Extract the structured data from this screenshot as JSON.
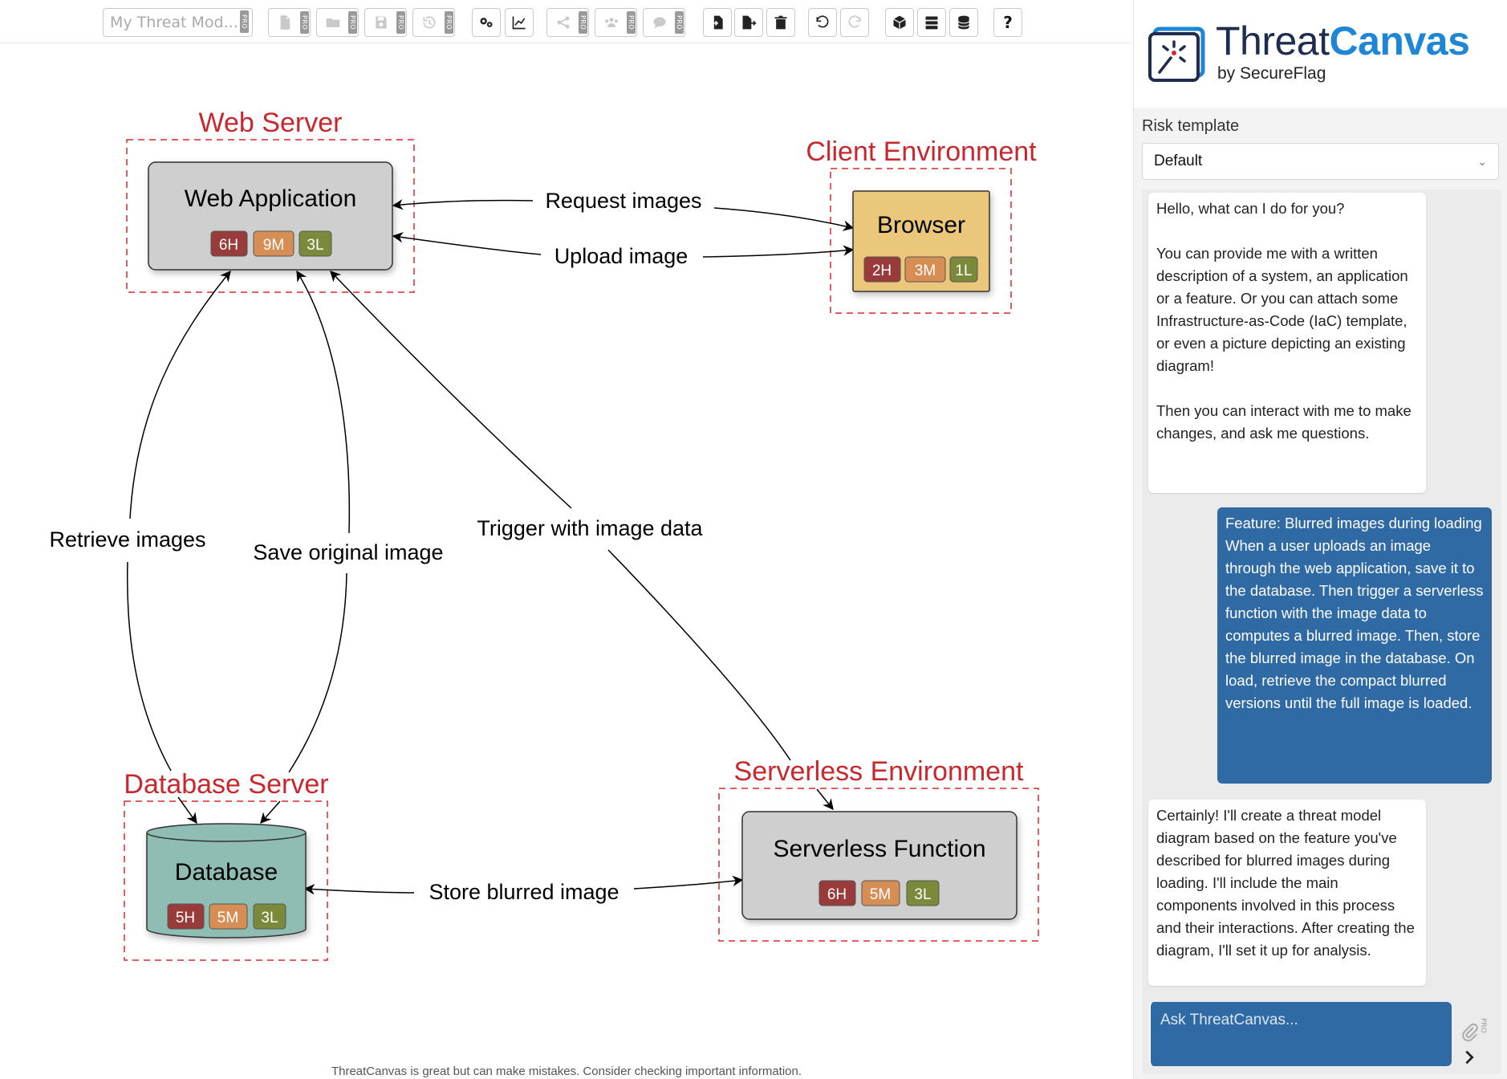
{
  "toolbar": {
    "model_name_placeholder": "My Threat Mod...",
    "pro_badge": "PRO",
    "help_label": "?",
    "buttons": [
      {
        "name": "new-model",
        "pro": true
      },
      {
        "name": "open-model",
        "pro": true
      },
      {
        "name": "save-model",
        "pro": true
      },
      {
        "name": "history",
        "pro": true
      },
      {
        "name": "analysis-settings",
        "pro": false
      },
      {
        "name": "analytics",
        "pro": false
      },
      {
        "name": "share",
        "pro": true
      },
      {
        "name": "collaborators",
        "pro": true
      },
      {
        "name": "comments",
        "pro": true
      },
      {
        "name": "import",
        "pro": false
      },
      {
        "name": "export",
        "pro": false
      },
      {
        "name": "delete",
        "pro": false
      },
      {
        "name": "undo",
        "pro": false
      },
      {
        "name": "redo",
        "pro": false
      },
      {
        "name": "components",
        "pro": false
      },
      {
        "name": "layers",
        "pro": false
      },
      {
        "name": "data-stores",
        "pro": false
      },
      {
        "name": "help",
        "pro": false
      }
    ]
  },
  "diagram": {
    "boundaries": {
      "web_server": "Web Server",
      "client_environment": "Client Environment",
      "database_server": "Database Server",
      "serverless_environment": "Serverless Environment"
    },
    "components": {
      "web_application": {
        "label": "Web Application",
        "badges": [
          "6H",
          "9M",
          "3L"
        ]
      },
      "browser": {
        "label": "Browser",
        "badges": [
          "2H",
          "3M",
          "1L"
        ]
      },
      "database": {
        "label": "Database",
        "badges": [
          "5H",
          "5M",
          "3L"
        ]
      },
      "serverless_function": {
        "label": "Serverless Function",
        "badges": [
          "6H",
          "5M",
          "3L"
        ]
      }
    },
    "flows": {
      "request_images": "Request images",
      "upload_image": "Upload image",
      "retrieve_images": "Retrieve images",
      "save_original_image": "Save original image",
      "trigger_with_image_data": "Trigger with image data",
      "store_blurred_image": "Store blurred image"
    },
    "colors": {
      "boundary": "#d42c2c",
      "high": "#9a3b3b",
      "medium": "#d78e55",
      "low": "#7a8a3a",
      "browser_fill": "#ebc77b",
      "database_fill": "#8fbdb3",
      "component_fill": "#cfcfcf"
    }
  },
  "footer_note": "ThreatCanvas is great but can make mistakes. Consider checking important information.",
  "panel": {
    "brand": {
      "name_part1": "Threat",
      "name_part2": "Canvas",
      "subtitle": "by SecureFlag"
    },
    "risk_template": {
      "label": "Risk template",
      "value": "Default"
    },
    "messages": [
      {
        "role": "assistant",
        "text": "Hello, what can I do for you?\n\nYou can provide me with a written description of a system, an application or a feature. Or you can attach some Infrastructure-as-Code (IaC) template, or even a picture depicting an existing diagram!\n\nThen you can interact with me to make changes, and ask me questions."
      },
      {
        "role": "user",
        "text": "Feature: Blurred images during loading When a user uploads an image through the web application, save it to the database. Then trigger a serverless function with the image data to computes a blurred image. Then, store the blurred image in the database. On load, retrieve the compact blurred versions until the full image is loaded."
      },
      {
        "role": "assistant",
        "text": "Certainly! I'll create a threat model diagram based on the feature you've described for blurred images during loading. I'll include the main components involved in this process and their interactions. After creating the diagram, I'll set it up for analysis."
      }
    ],
    "input_placeholder": "Ask ThreatCanvas...",
    "attach_pro": "PRO"
  }
}
